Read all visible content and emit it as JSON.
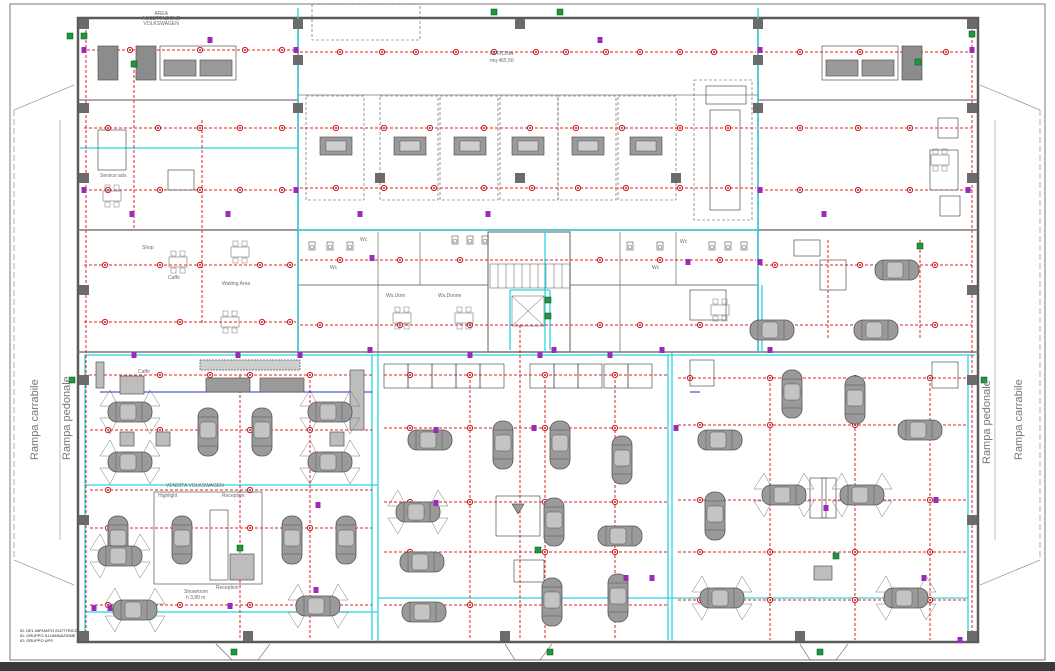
{
  "labels": {
    "reception_area": "AREA\nACCETTAZIONE\nVOLKSWAGEN",
    "workshop": "OFFICINA",
    "workshop_area": "mq 465,50",
    "service_adv": "Service adv.",
    "shop": "Shop",
    "caffe_left": "Caffe",
    "waiting_area": "Waiting Area",
    "caffe_mid": "Caffe",
    "sales": "VENDITA VOLKSWAGEN",
    "highlight": "Highlight",
    "reception_top": "Reception",
    "reception_bottom": "Reception",
    "showroom": "Showroom",
    "showroom_h": "h 3,80 m",
    "ramp_left_carrabile": "Rampa carrabile",
    "ramp_left_pedonale": "Rampa pedonale",
    "ramp_right_carrabile": "Rampa carrabile",
    "ramp_right_pedonale": "Rampa pedonale",
    "wc_men": "Ws.Uom",
    "wc_women": "Ws.Donne",
    "wc_a": "Wc",
    "wc_b": "Wc",
    "wc_c": "Wc",
    "wc_d": "Wc",
    "legend_1": "ID: DEL IMPIANTO ELETTRICO",
    "legend_2": "ID: GRUPPO ILLUMINAZIONE",
    "legend_3": "ID: GRUPPO UPS"
  },
  "colors": {
    "wall": "#7a7a7a",
    "wall_dark": "#555555",
    "cyan_line": "#2ad4e0",
    "red_circuit": "#e02020",
    "purple_box": "#9b2ab8",
    "green_box": "#1a9a3a",
    "blue_line": "#2030c0",
    "furniture": "#8c8c8c",
    "column": "#6b6b6b"
  }
}
